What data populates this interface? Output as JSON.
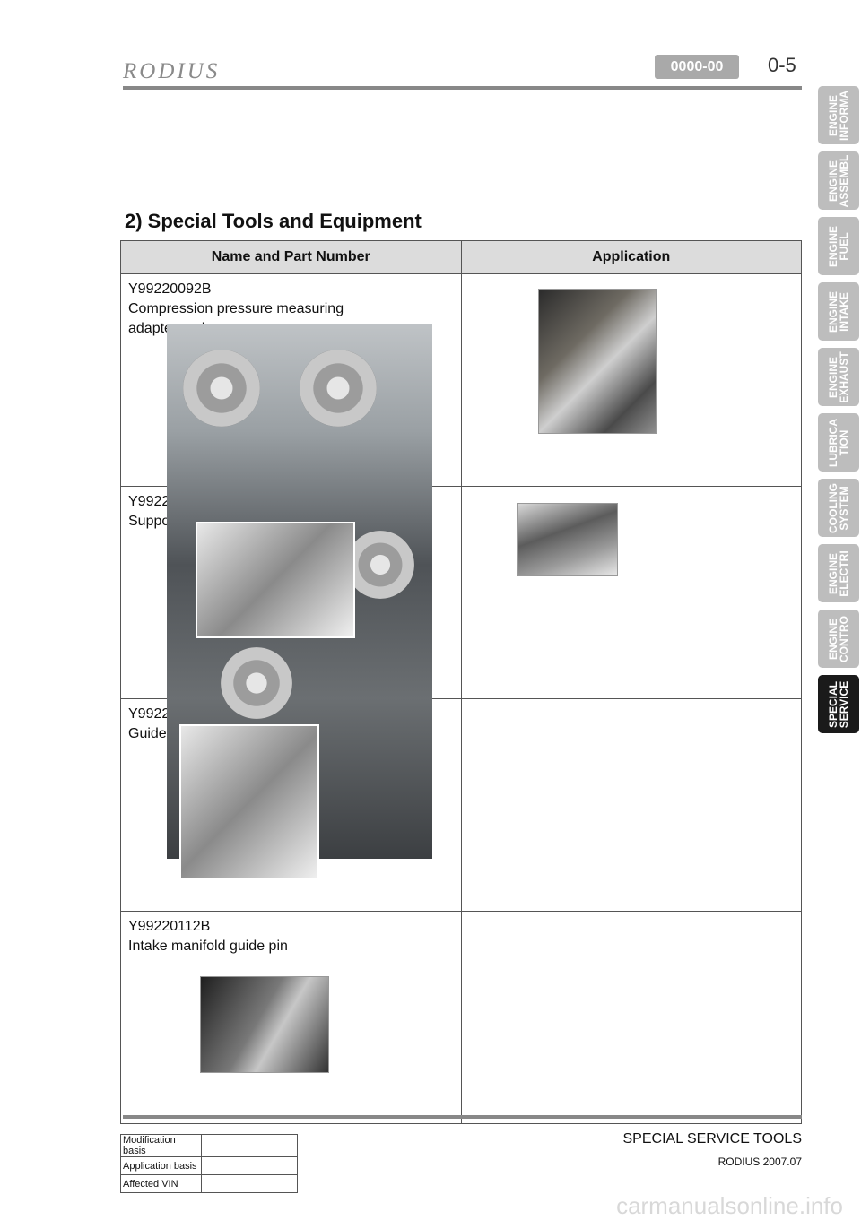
{
  "header": {
    "brand": "RODIUS",
    "section_code": "0000-00",
    "page_number": "0-5"
  },
  "side_tabs": [
    {
      "label": "ENGINE\nINFORMA",
      "active": false
    },
    {
      "label": "ENGINE\nASSEMBL",
      "active": false
    },
    {
      "label": "ENGINE\nFUEL",
      "active": false
    },
    {
      "label": "ENGINE\nINTAKE",
      "active": false
    },
    {
      "label": "ENGINE\nEXHAUST",
      "active": false
    },
    {
      "label": "LUBRICA\nTION",
      "active": false
    },
    {
      "label": "COOLING\nSYSTEM",
      "active": false
    },
    {
      "label": "ENGINE\nELECTRI",
      "active": false
    },
    {
      "label": "ENGINE\nCONTRO",
      "active": false
    },
    {
      "label": "SPECIAL\nSERVICE",
      "active": true
    }
  ],
  "section_title": "2) Special Tools and Equipment",
  "table": {
    "headers": [
      "Name and Part Number",
      "Application"
    ],
    "rows": [
      {
        "part": "Y99220092B",
        "desc1": "Compression pressure measuring",
        "desc2": "adapter and gauge"
      },
      {
        "part": "Y9922",
        "desc1": "Suppo",
        "desc2": ""
      },
      {
        "part": "Y9922",
        "desc1": "Guide",
        "desc2": ""
      },
      {
        "part": "Y99220112B",
        "desc1": "Intake manifold guide pin",
        "desc2": ""
      }
    ]
  },
  "footer": {
    "title": "SPECIAL SERVICE TOOLS",
    "model": "RODIUS 2007.07",
    "modification_labels": [
      "Modification basis",
      "Application basis",
      "Affected VIN"
    ]
  },
  "watermark": "carmanualsonline.info"
}
